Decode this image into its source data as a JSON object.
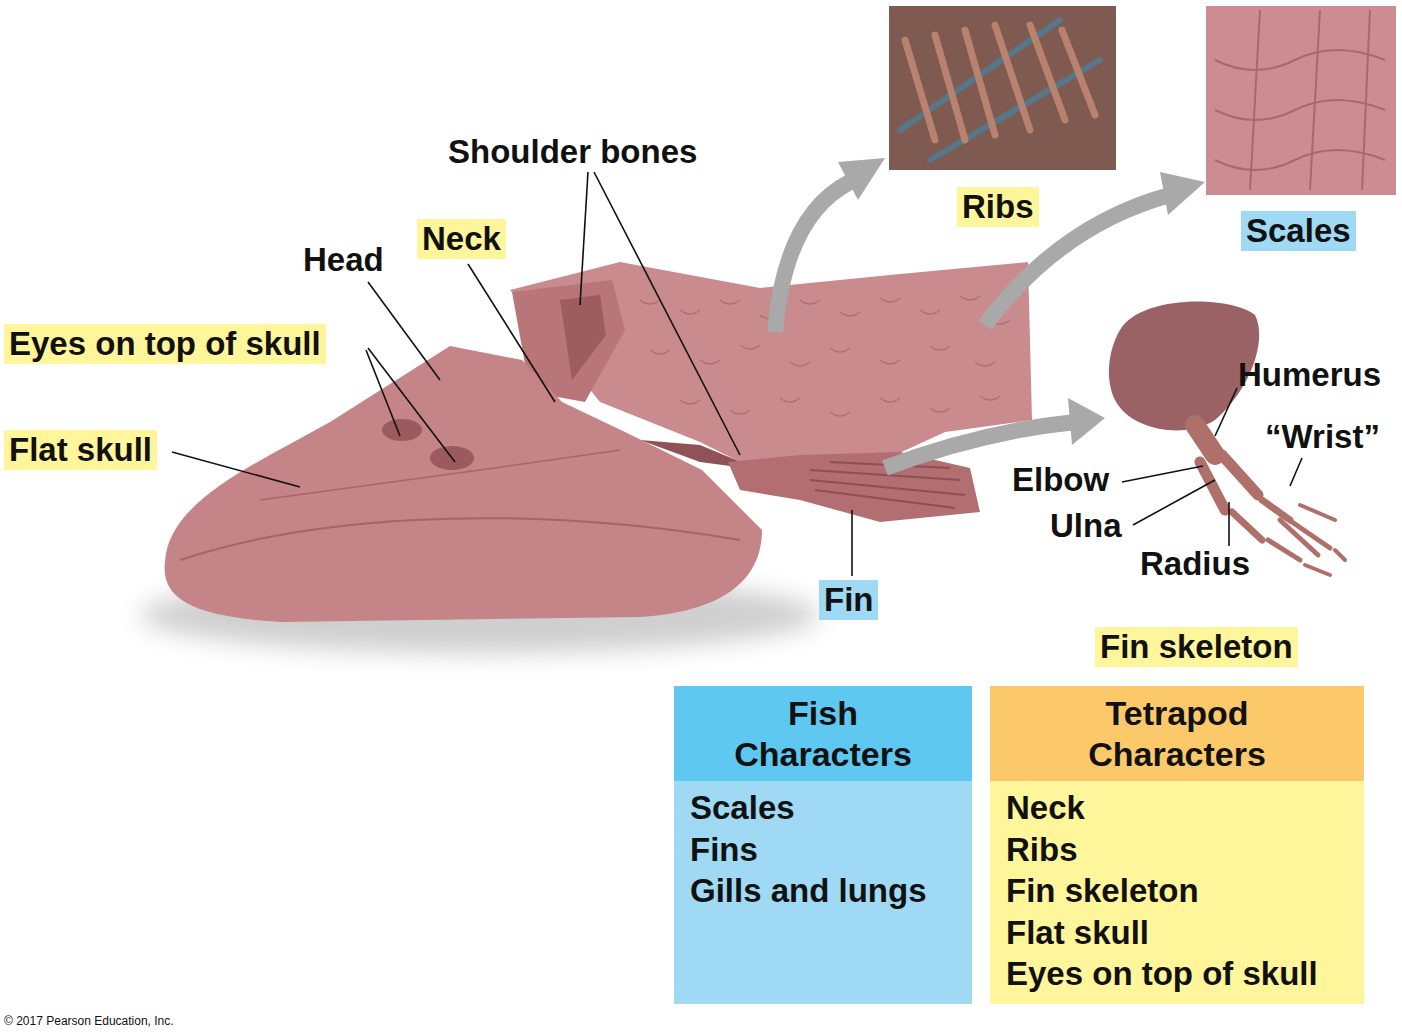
{
  "diagram": {
    "nodes": [
      {
        "text": [
          "Fish Characters",
          "Scales",
          "Fins",
          "Gills and lungs"
        ]
      },
      {
        "text": [
          "Tetrapod Characters",
          "Neck",
          "Ribs",
          "Fin skeleton",
          "Flat skull",
          "Eyes on top of skull"
        ]
      }
    ],
    "labels": [
      "Shoulder bones",
      "Head",
      "Neck",
      "Eyes on top of skull",
      "Flat skull",
      "Ribs",
      "Scales",
      "Humerus",
      "“Wrist”",
      "Elbow",
      "Ulna",
      "Radius",
      "Fin",
      "Fin skeleton",
      "© 2017 Pearson Education, Inc."
    ]
  }
}
